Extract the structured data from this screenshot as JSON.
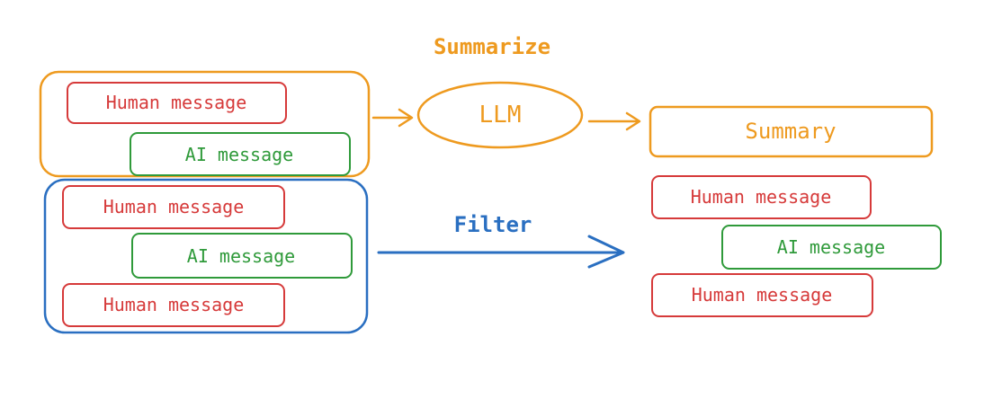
{
  "labels": {
    "summarize": "Summarize",
    "llm": "LLM",
    "summary": "Summary",
    "filter": "Filter",
    "human_message": "Human message",
    "ai_message": "AI message"
  },
  "colors": {
    "orange": "#ee9a1f",
    "blue": "#2a6fc1",
    "red": "#d63a3a",
    "green": "#2f9a3a"
  }
}
